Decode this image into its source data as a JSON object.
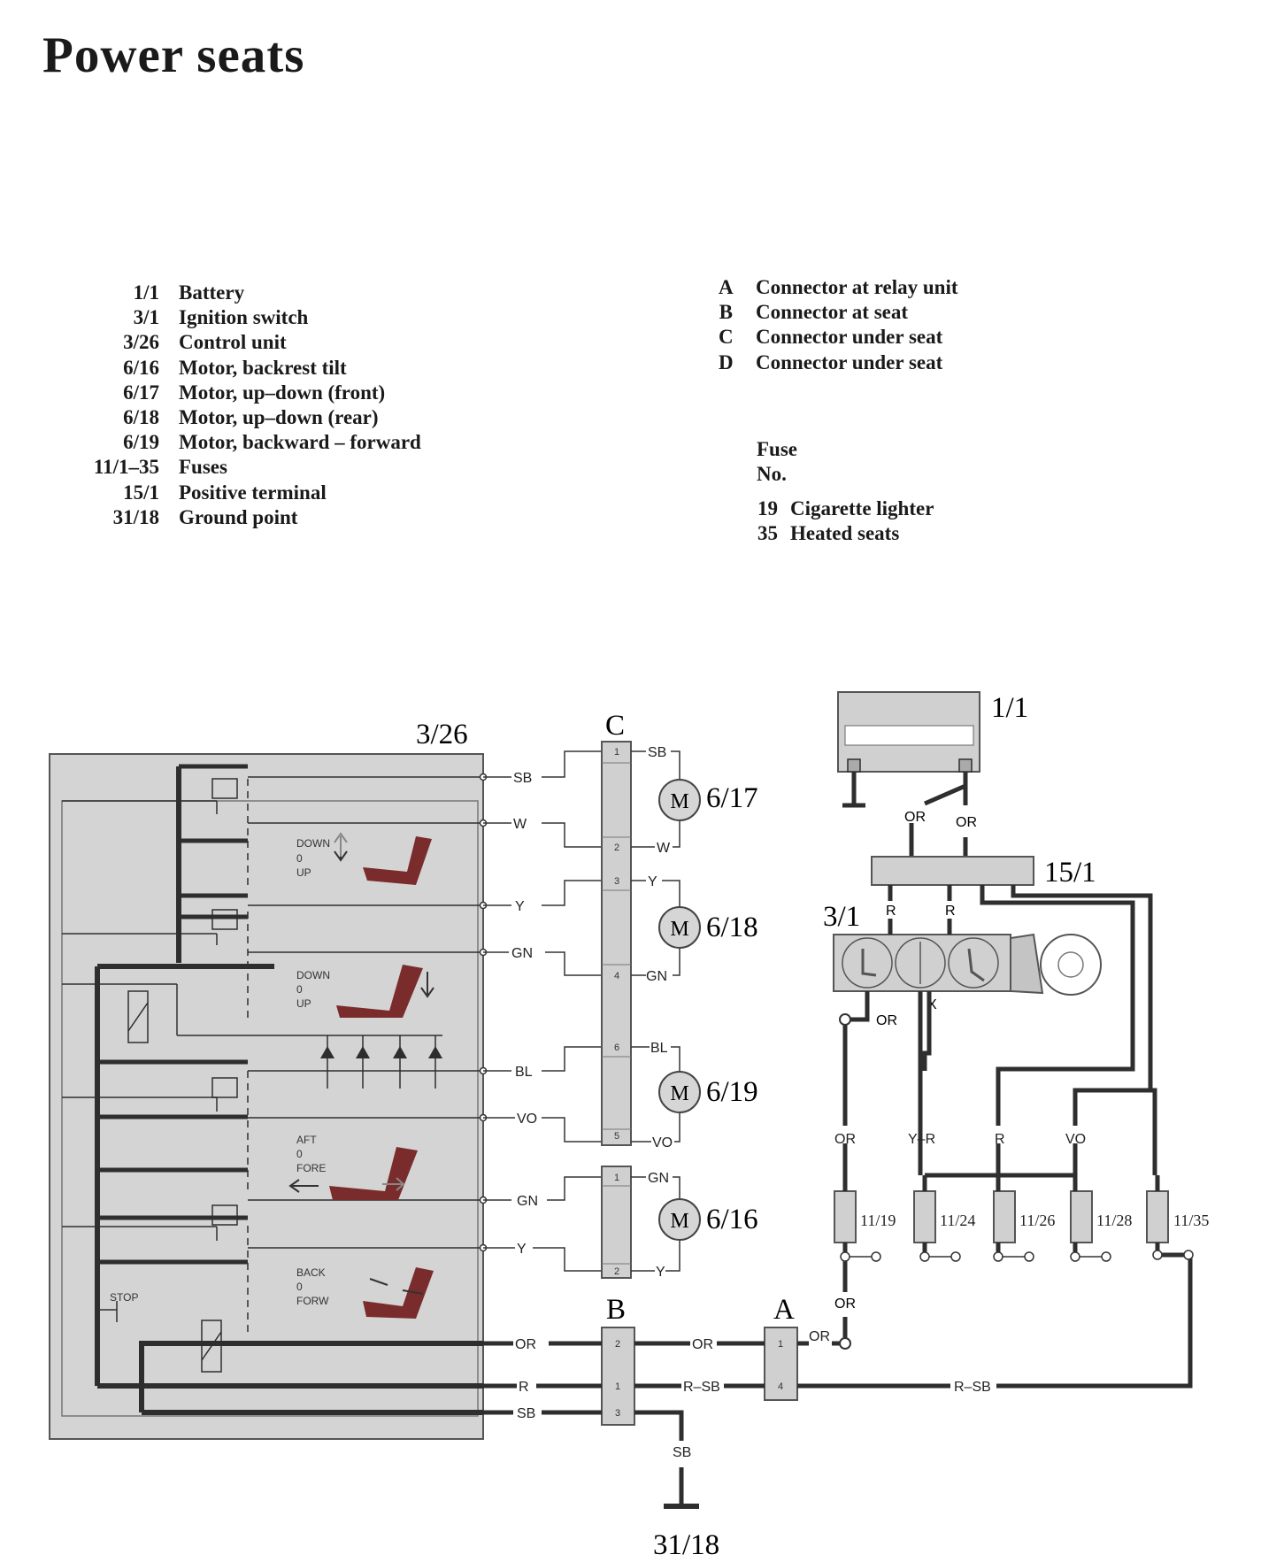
{
  "title": "Power seats",
  "legend_left": [
    {
      "code": "1/1",
      "desc": "Battery"
    },
    {
      "code": "3/1",
      "desc": "Ignition switch"
    },
    {
      "code": "3/26",
      "desc": "Control unit"
    },
    {
      "code": "6/16",
      "desc": "Motor, backrest tilt"
    },
    {
      "code": "6/17",
      "desc": "Motor, up–down (front)"
    },
    {
      "code": "6/18",
      "desc": "Motor, up–down (rear)"
    },
    {
      "code": "6/19",
      "desc": "Motor, backward – forward"
    },
    {
      "code": "11/1–35",
      "desc": "Fuses"
    },
    {
      "code": "15/1",
      "desc": "Positive terminal"
    },
    {
      "code": "31/18",
      "desc": "Ground point"
    }
  ],
  "legend_right": [
    {
      "code": "A",
      "desc": "Connector at relay unit"
    },
    {
      "code": "B",
      "desc": "Connector at seat"
    },
    {
      "code": "C",
      "desc": "Connector under seat"
    },
    {
      "code": "D",
      "desc": "Connector under seat"
    }
  ],
  "fuse_header": {
    "line1": "Fuse",
    "line2": "No."
  },
  "fuse_list": [
    {
      "code": "19",
      "desc": "Cigarette lighter"
    },
    {
      "code": "35",
      "desc": "Heated seats"
    }
  ],
  "components": {
    "control_unit": "3/26",
    "battery": "1/1",
    "positive_terminal": "15/1",
    "ignition_switch": "3/1",
    "ground_point": "31/18",
    "motor_symbol": "M",
    "motor_front": "6/17",
    "motor_rear": "6/18",
    "motor_fore_aft": "6/19",
    "motor_backrest": "6/16",
    "connector_a": "A",
    "connector_b": "B",
    "connector_c": "C",
    "ignition_terminal": "X"
  },
  "fuses": [
    "11/19",
    "11/24",
    "11/26",
    "11/28",
    "11/35"
  ],
  "wire_colors": {
    "sb": "SB",
    "w": "W",
    "y": "Y",
    "gn": "GN",
    "bl": "BL",
    "vo": "VO",
    "or": "OR",
    "r": "R",
    "r_sb": "R–SB",
    "y_r": "Y–R"
  },
  "connector_pins": {
    "c_pins": [
      "1",
      "2",
      "3",
      "4",
      "6",
      "5"
    ],
    "d_pins": [
      "1",
      "2"
    ],
    "b_pins": [
      "2",
      "1",
      "3"
    ],
    "a_pins": [
      "1",
      "4"
    ]
  },
  "switch_labels": {
    "front": {
      "top": "DOWN",
      "mid": "0",
      "bot": "UP"
    },
    "rear": {
      "top": "DOWN",
      "mid": "0",
      "bot": "UP"
    },
    "fore_aft": {
      "top": "AFT",
      "mid": "0",
      "bot": "FORE"
    },
    "backrest": {
      "top": "BACK",
      "mid": "0",
      "bot": "FORW"
    },
    "stop": "STOP"
  }
}
